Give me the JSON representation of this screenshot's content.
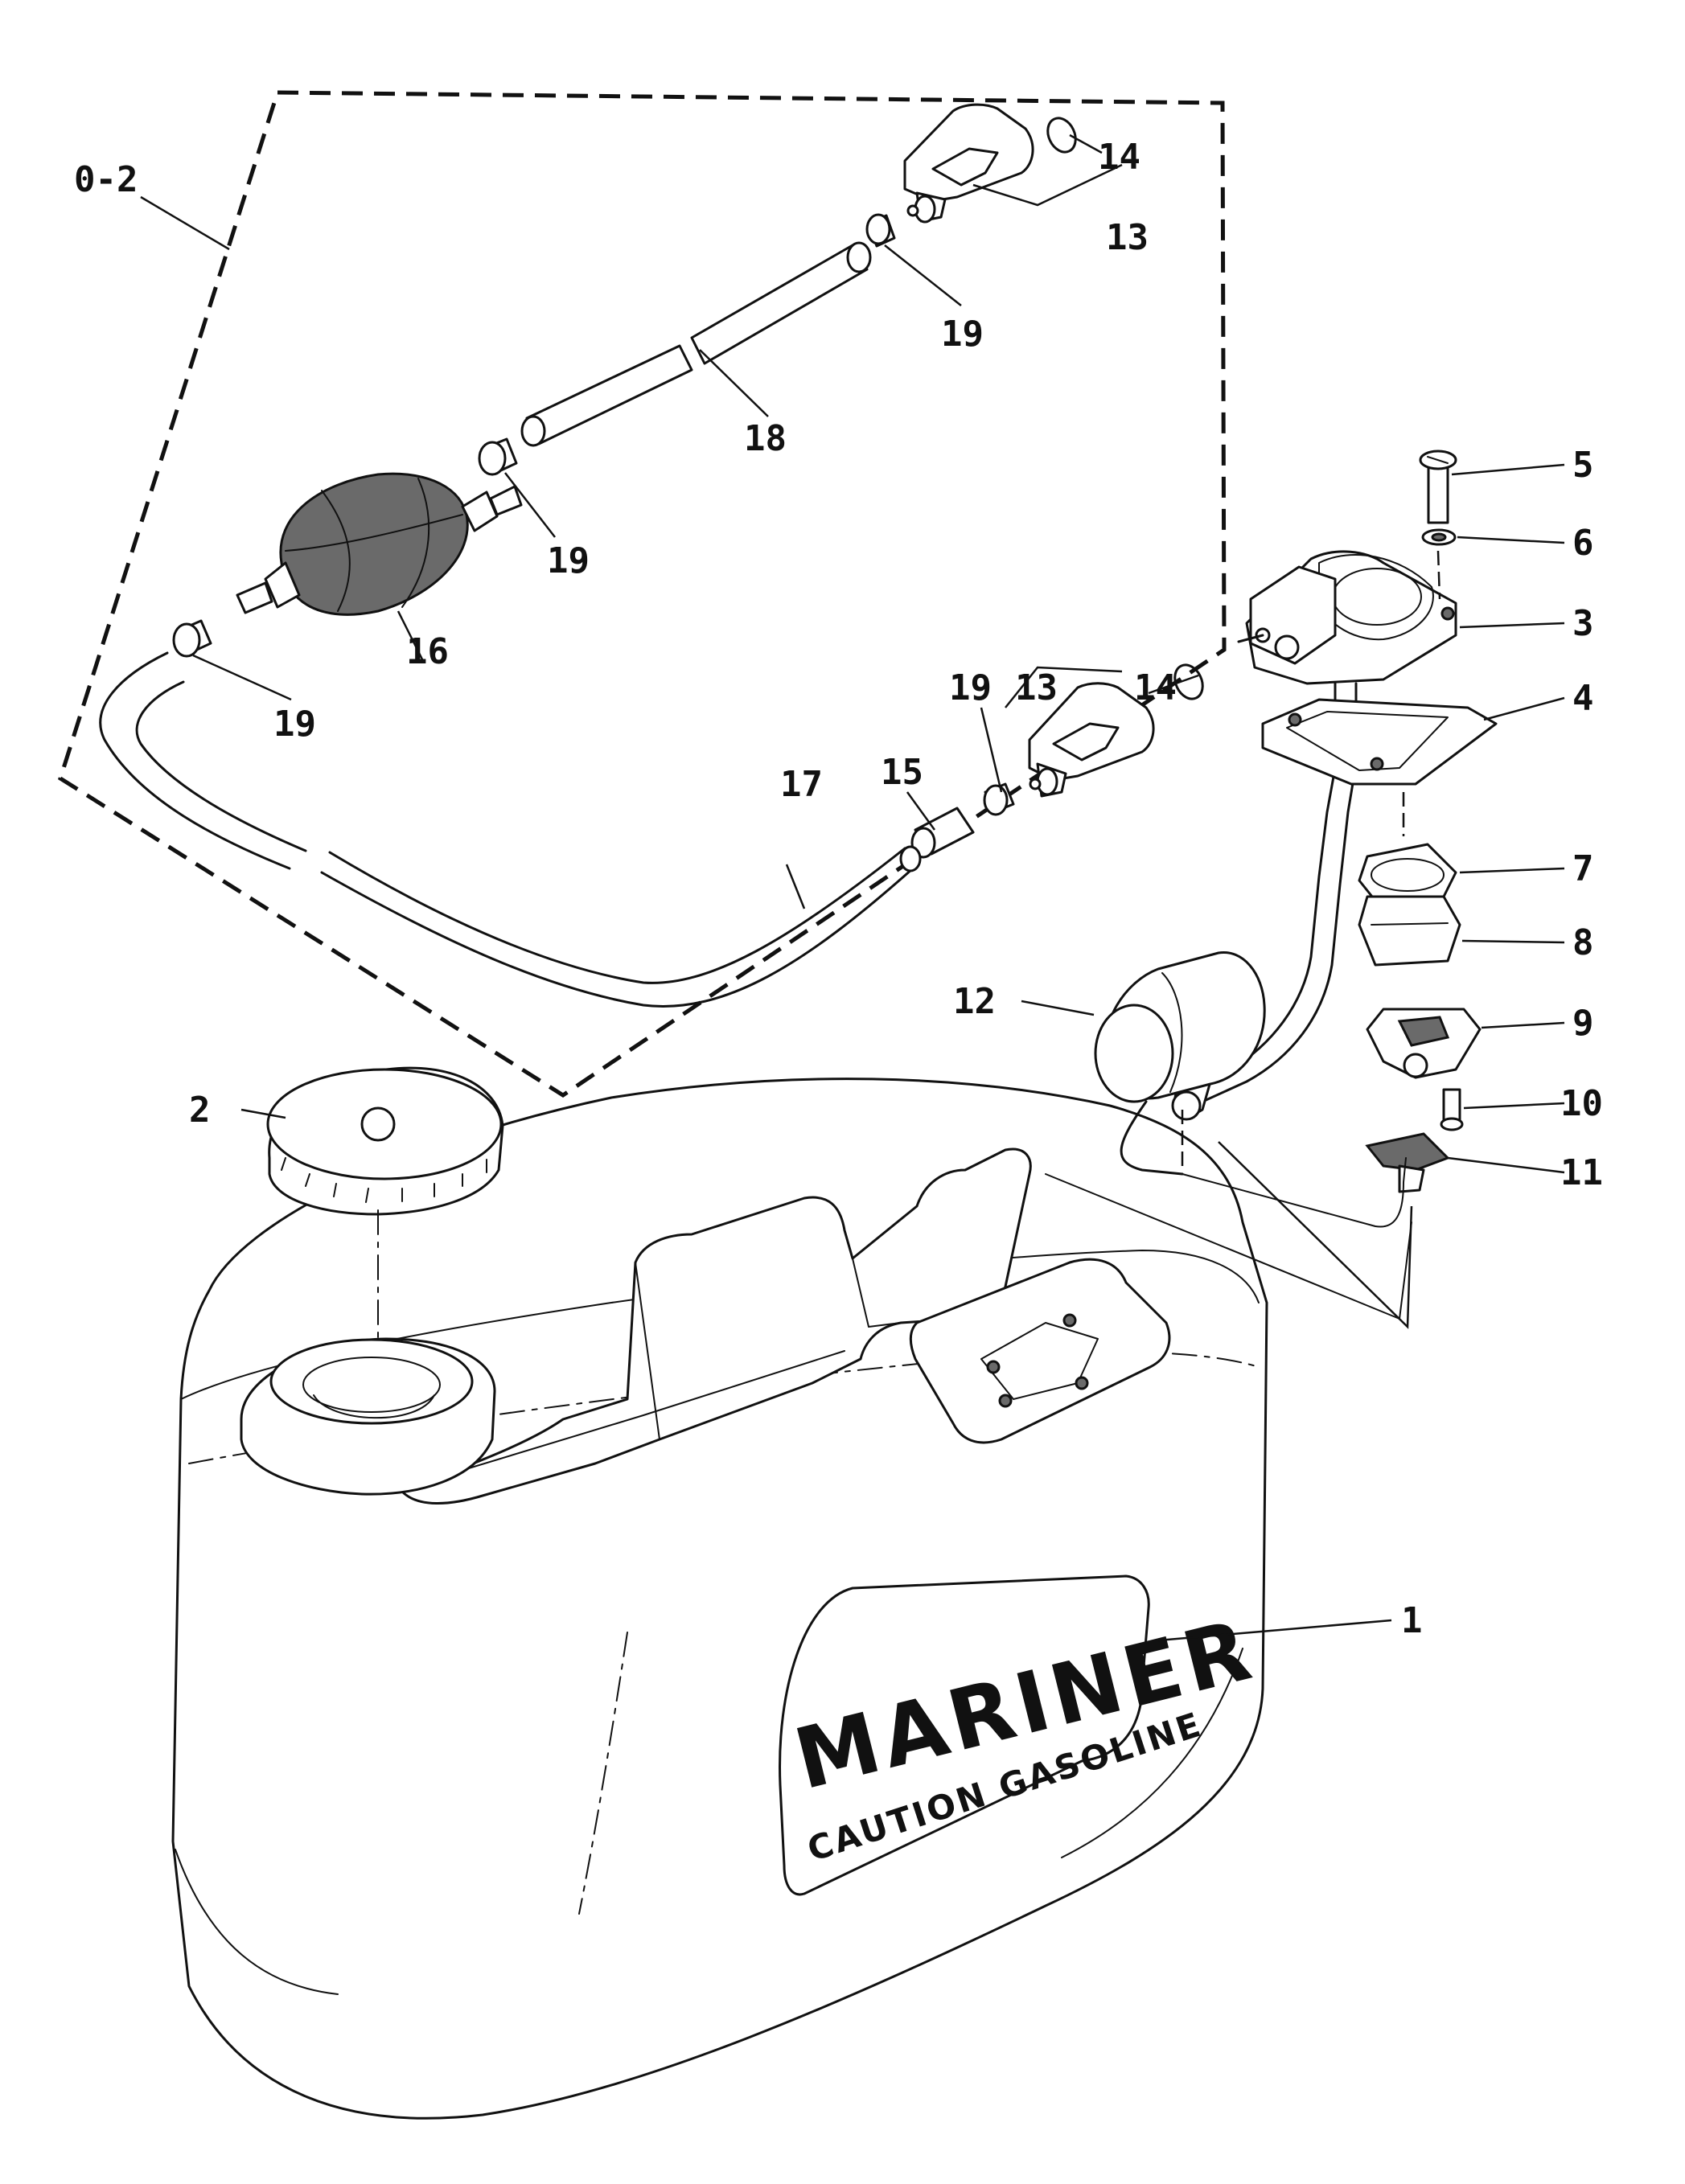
{
  "diagram": {
    "assembly_label": "0-2",
    "callouts": [
      "1",
      "2",
      "3",
      "4",
      "5",
      "6",
      "7",
      "8",
      "9",
      "10",
      "11",
      "12",
      "13",
      "14",
      "15",
      "16",
      "17",
      "18",
      "19"
    ],
    "tank_logo": {
      "brand": "MARINER",
      "caution": "CAUTION GASOLINE"
    }
  }
}
